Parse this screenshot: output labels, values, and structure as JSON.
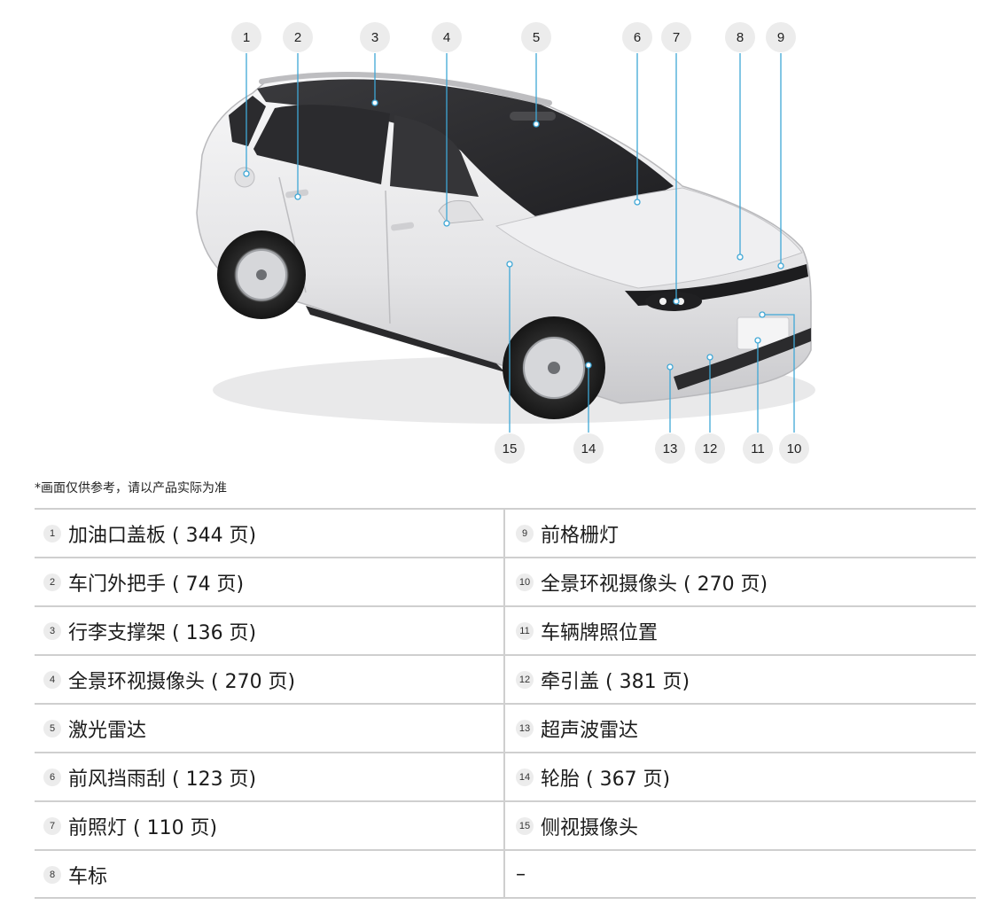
{
  "callouts": [
    "1",
    "2",
    "3",
    "4",
    "5",
    "6",
    "7",
    "8",
    "9",
    "10",
    "11",
    "12",
    "13",
    "14",
    "15"
  ],
  "disclaimer": "*画面仅供参考，请以产品实际为准",
  "rows": [
    {
      "left": {
        "num": "1",
        "label": "加油口盖板 ( 344 页)"
      },
      "right": {
        "num": "9",
        "label": "前格栅灯"
      }
    },
    {
      "left": {
        "num": "2",
        "label": "车门外把手 ( 74 页)"
      },
      "right": {
        "num": "10",
        "label": "全景环视摄像头 ( 270 页)"
      }
    },
    {
      "left": {
        "num": "3",
        "label": "行李支撑架 ( 136 页)"
      },
      "right": {
        "num": "11",
        "label": "车辆牌照位置"
      }
    },
    {
      "left": {
        "num": "4",
        "label": "全景环视摄像头 ( 270 页)"
      },
      "right": {
        "num": "12",
        "label": "牵引盖 ( 381 页)"
      }
    },
    {
      "left": {
        "num": "5",
        "label": "激光雷达"
      },
      "right": {
        "num": "13",
        "label": "超声波雷达"
      }
    },
    {
      "left": {
        "num": "6",
        "label": "前风挡雨刮 ( 123 页)"
      },
      "right": {
        "num": "14",
        "label": "轮胎 ( 367 页)"
      }
    },
    {
      "left": {
        "num": "7",
        "label": "前照灯 ( 110 页)"
      },
      "right": {
        "num": "15",
        "label": "侧视摄像头"
      }
    },
    {
      "left": {
        "num": "8",
        "label": "车标"
      },
      "right": {
        "num": "",
        "label": "–"
      }
    }
  ],
  "colors": {
    "leader_line": "#3fa7d6",
    "badge_bg": "#ececec",
    "divider": "#cfcfcf",
    "car_body": "#e8e8ea"
  }
}
